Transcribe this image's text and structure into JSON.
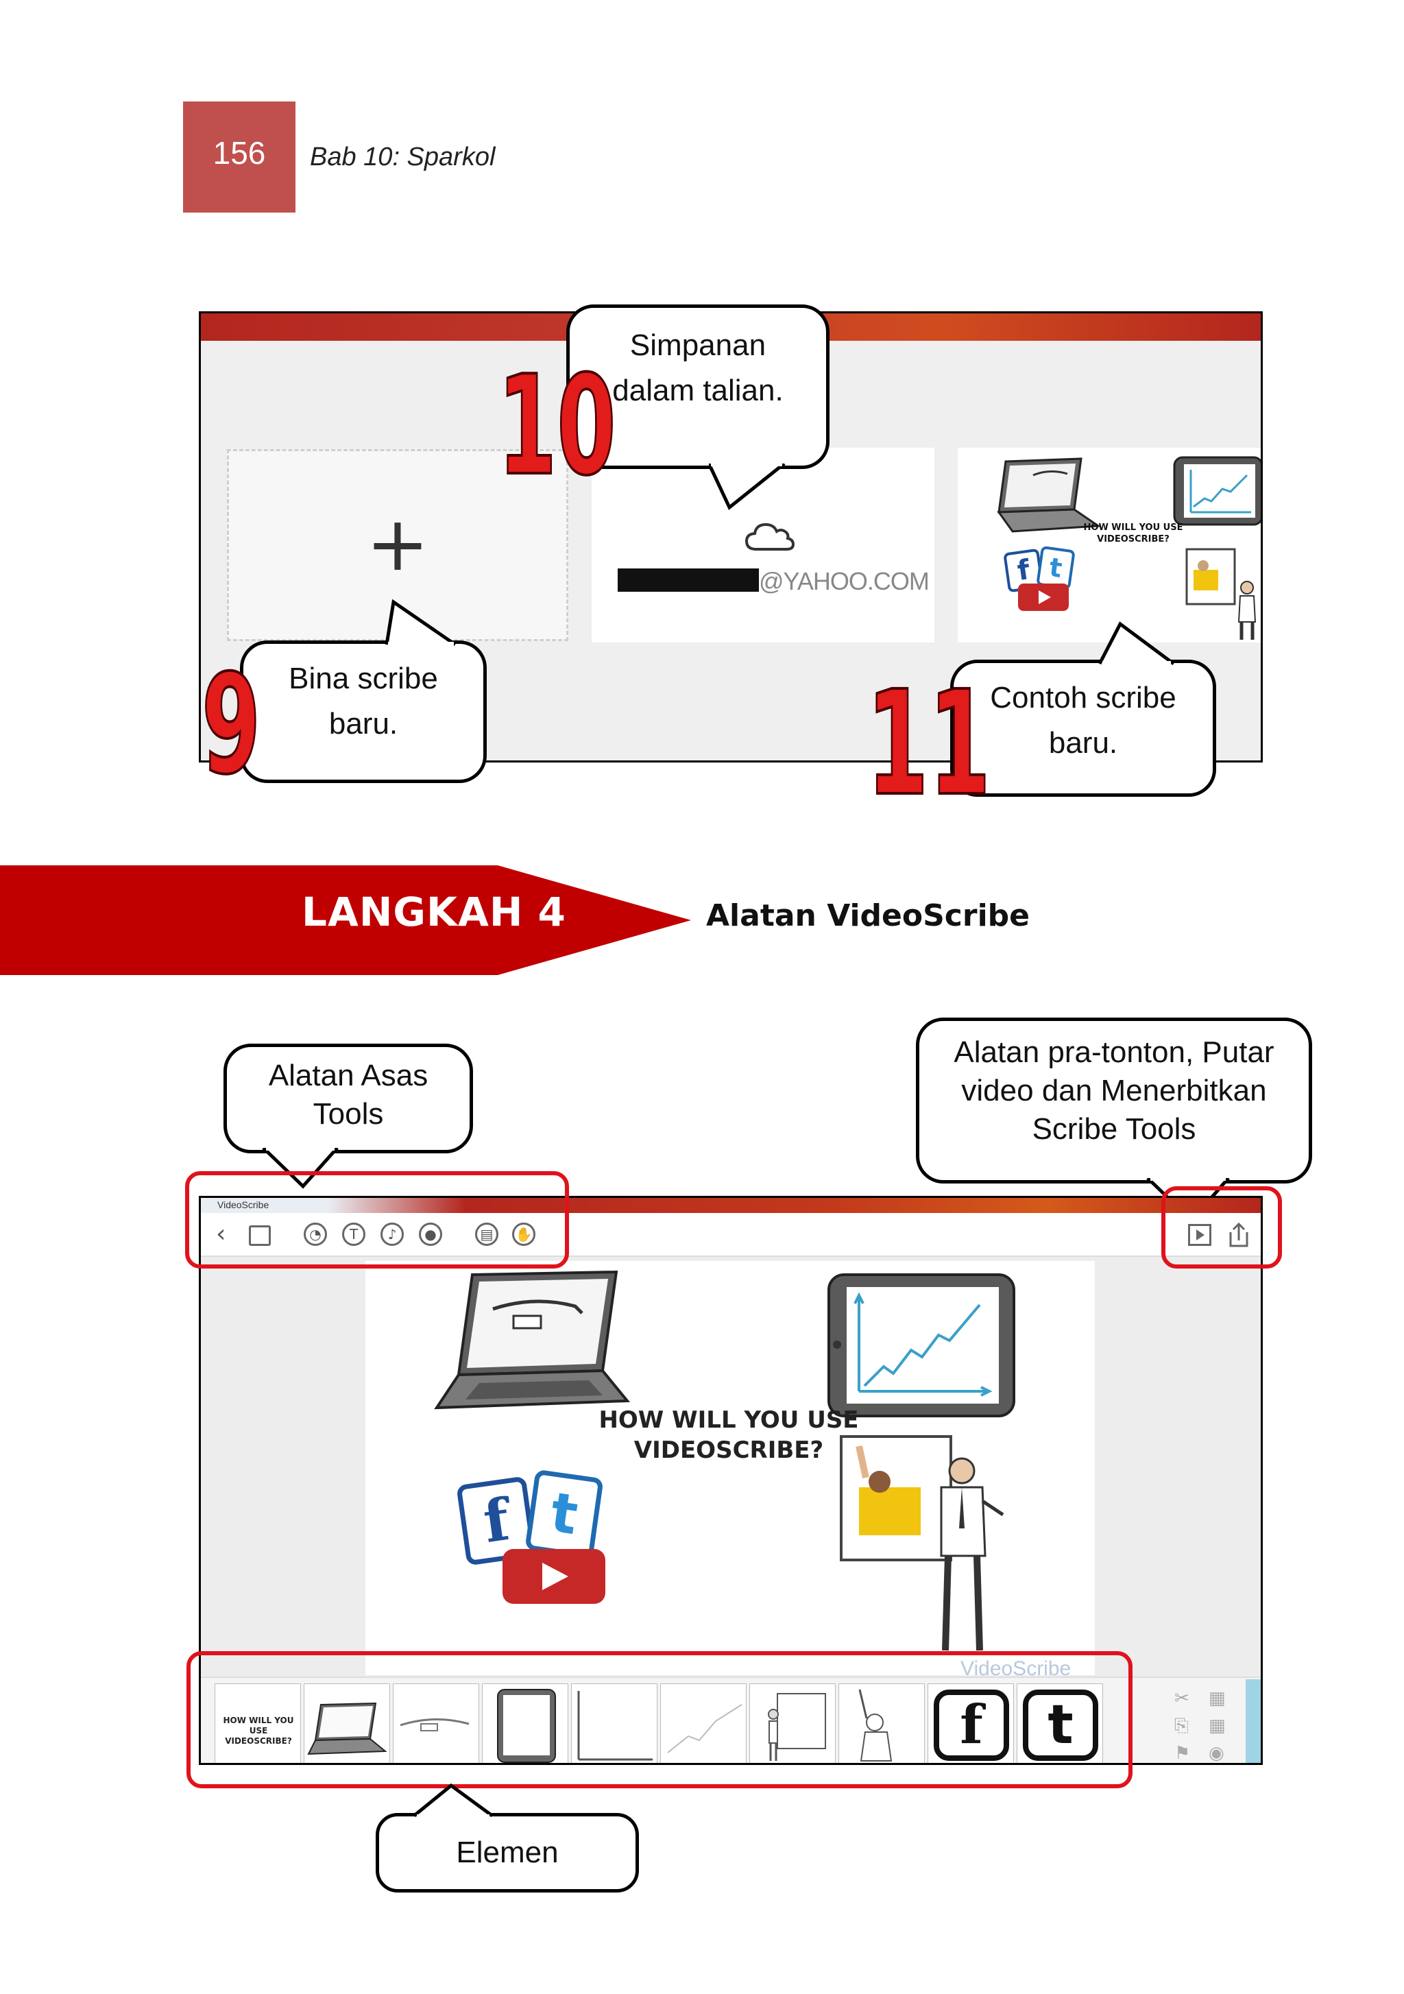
{
  "header": {
    "page_number": "156",
    "chapter": "Bab 10: Sparkol"
  },
  "screenshot1": {
    "new_card_symbol": "+",
    "email_suffix": "@YAHOO.COM",
    "sample_caption": "HOW WILL YOU USE VIDEOSCRIBE?"
  },
  "callouts": {
    "online_storage": "Simpanan dalam talian.",
    "new_scribe": "Bina scribe baru.",
    "sample_scribe": "Contoh scribe baru.",
    "basic_tools": "Alatan Asas Tools",
    "preview_tools": "Alatan pra-tonton, Putar  video dan Menerbitkan Scribe Tools",
    "elements": "Elemen"
  },
  "numbers": {
    "n9": "9",
    "n10": "10",
    "n11": "11"
  },
  "step": {
    "label": "LANGKAH 4",
    "title": "Alatan VideoScribe"
  },
  "screenshot2": {
    "window_title": "VideoScribe",
    "canvas_caption": "HOW WILL YOU USE VIDEOSCRIBE?",
    "watermark": "VideoScribe",
    "first_thumb_caption": "HOW WILL YOU USE VIDEOSCRIBE?"
  },
  "colors": {
    "accent_red": "#c00000",
    "highlight_red": "#e0121b",
    "page_box": "#c0504d"
  }
}
